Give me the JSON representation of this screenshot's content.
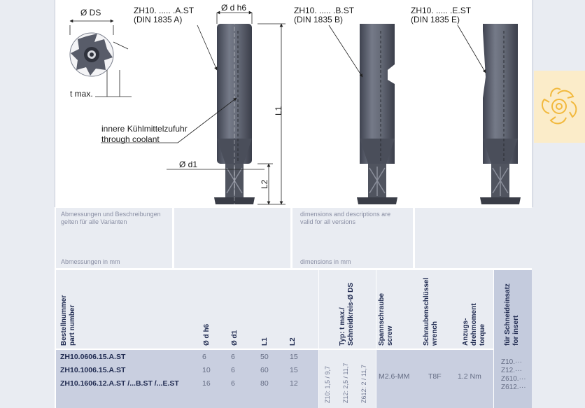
{
  "drawing": {
    "label_ds": "Ø DS",
    "label_dh6": "Ø d h6",
    "label_tmax": "t max.",
    "label_l1": "L1",
    "label_l2": "L2",
    "label_d1": "Ø d1",
    "variant_a_code": "ZH10. ..... .A.ST",
    "variant_a_din": "(DIN 1835 A)",
    "variant_b_code": "ZH10. ..... .B.ST",
    "variant_b_din": "(DIN 1835 B)",
    "variant_e_code": "ZH10. ..... .E.ST",
    "variant_e_din": "(DIN 1835 E)",
    "coolant_de": "innere Kühlmittelzufuhr",
    "coolant_en": "through coolant"
  },
  "notes": {
    "de_line1": "Abmessungen und Beschreibungen",
    "de_line2": "gelten für alle Varianten",
    "en_line1": "dimensions and descriptions are",
    "en_line2": "valid for all versions",
    "de_mm": "Abmessungen in mm",
    "en_mm": "dimensions in mm"
  },
  "table": {
    "headers": {
      "part_number": [
        "Bestellnummer",
        "part number"
      ],
      "d_h6": "Ø d h6",
      "d1": "Ø d1",
      "l1": "L1",
      "l2": "L2",
      "type": [
        "Typ:  t max./",
        "Schneidkreis-Ø DS"
      ],
      "screw": [
        "Spannschraube",
        "screw"
      ],
      "wrench": [
        "Schraubenschlüssel",
        "wrench"
      ],
      "torque": [
        "Anzugs-",
        "drehmoment",
        "torque"
      ],
      "insert": [
        "für Schneideinsatz",
        "for insert"
      ]
    },
    "rows": [
      {
        "part": "ZH10.0606.15.A.ST",
        "d": "6",
        "d1": "6",
        "l1": "50",
        "l2": "15"
      },
      {
        "part": "ZH10.1006.15.A.ST",
        "d": "10",
        "d1": "6",
        "l1": "60",
        "l2": "15"
      },
      {
        "part": "ZH10.1606.12.A.ST /...B.ST /...E.ST",
        "d": "16",
        "d1": "6",
        "l1": "80",
        "l2": "12"
      }
    ],
    "types": [
      "Z10: 1,5 / 9,7",
      "Z12: 2,5 / 11,7",
      "Z612: 2 / 11,7"
    ],
    "screw": "M2.6-MM",
    "wrench": "T8F",
    "torque": "1.2 Nm",
    "inserts": [
      "Z10.···",
      "Z12.···",
      "Z610.···",
      "Z612.···"
    ]
  },
  "colors": {
    "accent_tab": "#fbecc9",
    "tool_grey": "#5d6170",
    "table_row": "#c9cfe0",
    "header_text": "#1f2a50"
  },
  "side_icon": "milling-cutter-icon"
}
